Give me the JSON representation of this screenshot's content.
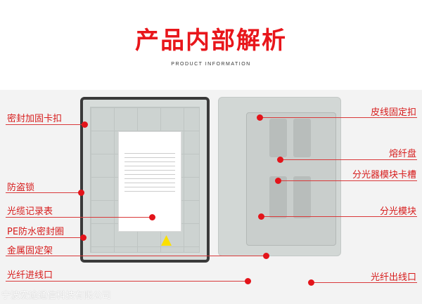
{
  "header": {
    "title": "产品内部解析",
    "subtitle": "PRODUCT INFORMATION"
  },
  "left_labels": [
    "密封加固卡扣",
    "防盗锁",
    "光缆记录表",
    "PE防水密封圈",
    "金属固定架",
    "光纤进线口"
  ],
  "right_labels": [
    "皮线固定扣",
    "熔纤盘",
    "分光器模块卡槽",
    "分光模块",
    "光纤出线口"
  ],
  "watermark": "宁波宏途通信科技有限公司",
  "colors": {
    "accent": "#e3141a",
    "background": "#f3f3f3"
  }
}
